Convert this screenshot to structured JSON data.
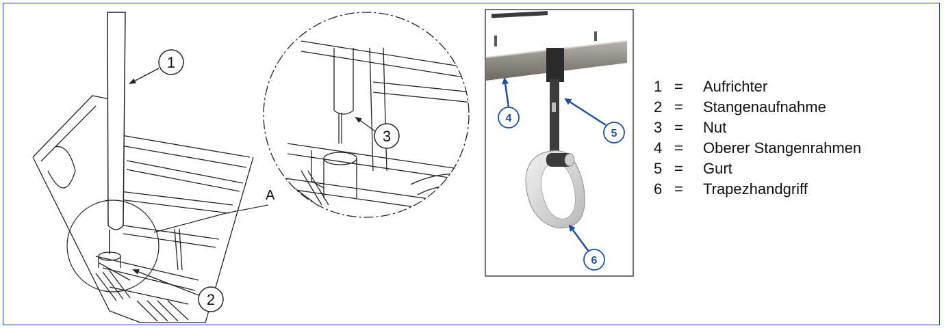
{
  "drawing_callouts": {
    "c1": "1",
    "c2": "2",
    "c3": "3",
    "detail_label": "A"
  },
  "photo_callouts": {
    "c4": "4",
    "c5": "5",
    "c6": "6"
  },
  "legend": [
    {
      "number": "1",
      "sep": "=",
      "label": "Aufrichter"
    },
    {
      "number": "2",
      "sep": "=",
      "label": "Stangenaufnahme"
    },
    {
      "number": "3",
      "sep": "=",
      "label": "Nut"
    },
    {
      "number": "4",
      "sep": "=",
      "label": "Oberer Stangenrahmen"
    },
    {
      "number": "5",
      "sep": "=",
      "label": "Gurt"
    },
    {
      "number": "6",
      "sep": "=",
      "label": "Trapezhandgriff"
    }
  ],
  "colors": {
    "frame_border": "#1f3f9f",
    "photo_callout": "#1f4e9c",
    "line_art": "#222222"
  }
}
